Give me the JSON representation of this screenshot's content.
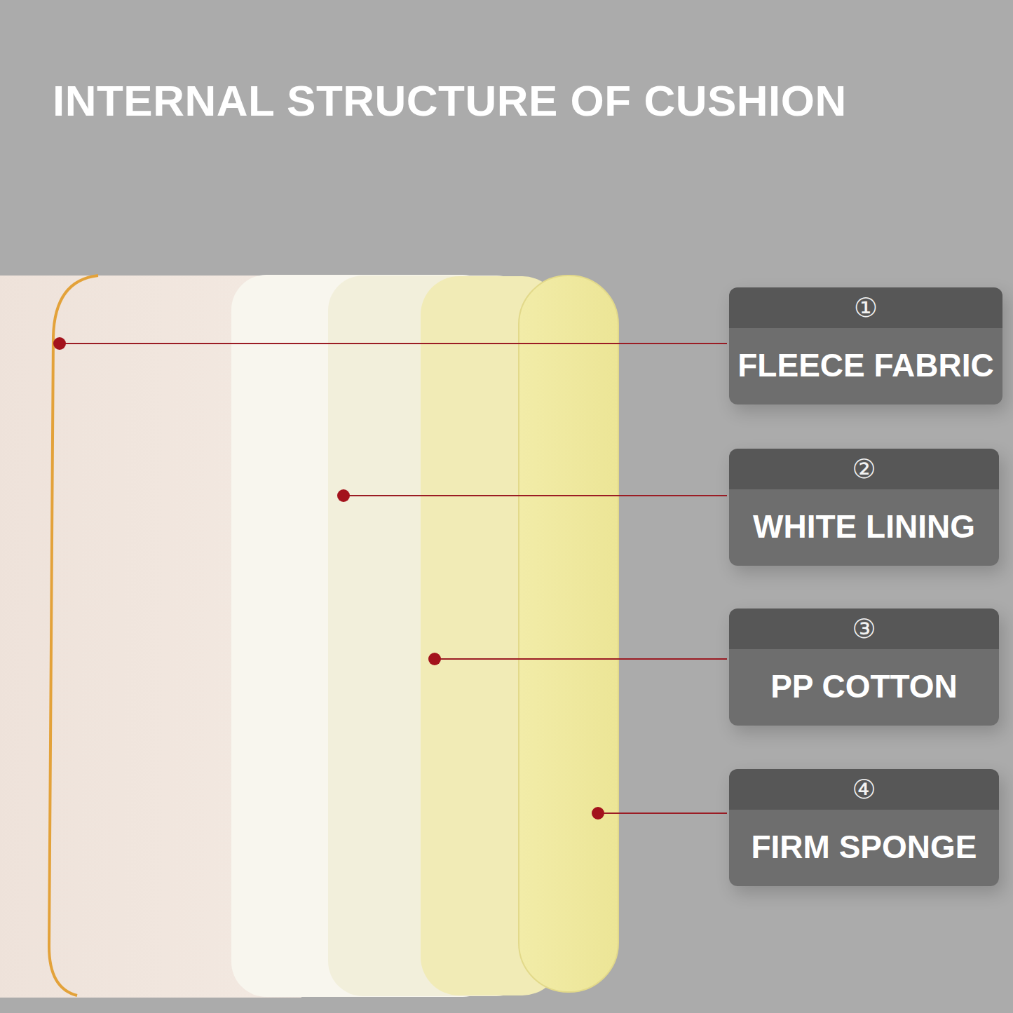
{
  "diagram": {
    "title": "INTERNAL STRUCTURE OF CUSHION",
    "nodes": [
      {
        "text": [
          "①",
          "FLEECE FABRIC"
        ]
      },
      {
        "text": [
          "②",
          "WHITE LINING"
        ]
      },
      {
        "text": [
          "③",
          "PP COTTON"
        ]
      },
      {
        "text": [
          "④",
          "FIRM SPONGE"
        ]
      }
    ]
  }
}
